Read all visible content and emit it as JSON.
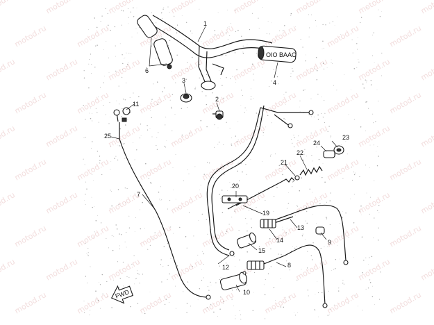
{
  "watermark": {
    "text": "motod.ru"
  },
  "grip_text": "OIO BAAO",
  "arrow_text": "FWD",
  "callouts": [
    "1",
    "2",
    "3",
    "4",
    "6",
    "7",
    "8",
    "9",
    "10",
    "11",
    "12",
    "13",
    "14",
    "15",
    "19",
    "20",
    "21",
    "22",
    "23",
    "24",
    "25"
  ]
}
